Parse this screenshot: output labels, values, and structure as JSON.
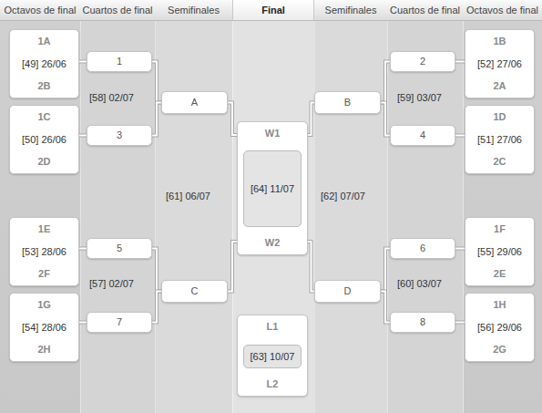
{
  "diagram": {
    "nodes": [
      {
        "text": [
          "1A",
          "[49] 26/06",
          "2B"
        ]
      },
      {
        "text": [
          "1C",
          "[50] 26/06",
          "2D"
        ]
      },
      {
        "text": [
          "1E",
          "[53] 28/06",
          "2F"
        ]
      },
      {
        "text": [
          "1G",
          "[54] 28/06",
          "2H"
        ]
      },
      {
        "text": [
          "1B",
          "[52] 27/06",
          "2A"
        ]
      },
      {
        "text": [
          "1D",
          "[51] 27/06",
          "2C"
        ]
      },
      {
        "text": [
          "1F",
          "[55] 29/06",
          "2E"
        ]
      },
      {
        "text": [
          "1H",
          "[56] 29/06",
          "2G"
        ]
      },
      {
        "text": [
          "1"
        ]
      },
      {
        "text": [
          "3"
        ]
      },
      {
        "text": [
          "5"
        ]
      },
      {
        "text": [
          "7"
        ]
      },
      {
        "text": [
          "2"
        ]
      },
      {
        "text": [
          "4"
        ]
      },
      {
        "text": [
          "6"
        ]
      },
      {
        "text": [
          "8"
        ]
      },
      {
        "text": [
          "A"
        ]
      },
      {
        "text": [
          "C"
        ]
      },
      {
        "text": [
          "B"
        ]
      },
      {
        "text": [
          "D"
        ]
      },
      {
        "text": [
          "W1",
          "W2"
        ]
      },
      {
        "text": [
          "[64] 11/07"
        ],
        "in": 20
      },
      {
        "text": [
          "L1",
          "L2"
        ]
      },
      {
        "text": [
          "[63] 10/07"
        ],
        "in": 22
      }
    ],
    "edges": [
      {
        "from": 0,
        "to": 8,
        "arrow": "none"
      },
      {
        "from": 1,
        "to": 9,
        "arrow": "none"
      },
      {
        "from": 2,
        "to": 10,
        "arrow": "none"
      },
      {
        "from": 3,
        "to": 11,
        "arrow": "none"
      },
      {
        "from": 4,
        "to": 12,
        "arrow": "none"
      },
      {
        "from": 5,
        "to": 13,
        "arrow": "none"
      },
      {
        "from": 6,
        "to": 14,
        "arrow": "none"
      },
      {
        "from": 7,
        "to": 15,
        "arrow": "none"
      },
      {
        "from": 8,
        "to": 16,
        "arrow": "none"
      },
      {
        "from": 9,
        "to": 16,
        "arrow": "none"
      },
      {
        "from": 10,
        "to": 17,
        "arrow": "none"
      },
      {
        "from": 11,
        "to": 17,
        "arrow": "none"
      },
      {
        "from": 12,
        "to": 18,
        "arrow": "none"
      },
      {
        "from": 13,
        "to": 18,
        "arrow": "none"
      },
      {
        "from": 14,
        "to": 19,
        "arrow": "none"
      },
      {
        "from": 15,
        "to": 19,
        "arrow": "none"
      },
      {
        "from": 16,
        "to": 20,
        "arrow": "none"
      },
      {
        "from": 17,
        "to": 20,
        "arrow": "none"
      },
      {
        "from": 18,
        "to": 20,
        "arrow": "none"
      },
      {
        "from": 19,
        "to": 20,
        "arrow": "none"
      }
    ],
    "labels": [
      "Octavos de final",
      "Cuartos de final",
      "Semifinales",
      "Final",
      "Semifinales",
      "Cuartos de final",
      "Octavos de final",
      "[58] 02/07",
      "[57] 02/07",
      "[61] 06/07",
      "[62] 07/07",
      "[59] 03/07",
      "[60] 03/07"
    ]
  }
}
